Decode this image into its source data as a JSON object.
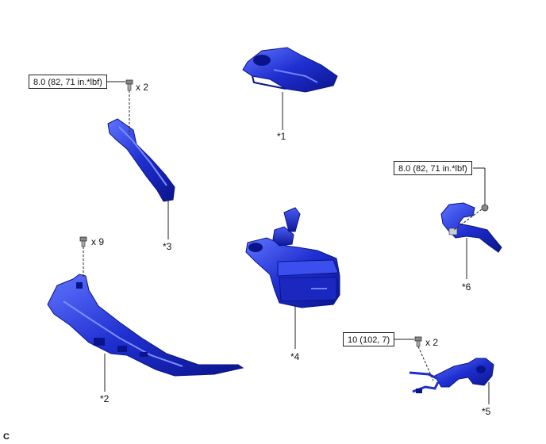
{
  "callouts": {
    "p1": "*1",
    "p2": "*2",
    "p3": "*3",
    "p4": "*4",
    "p5": "*5",
    "p6": "*6"
  },
  "torques": {
    "t1": "8.0 (82, 71 in.*lbf)",
    "t2": "8.0 (82, 71 in.*lbf)",
    "t3": "10 (102, 7)"
  },
  "quantities": {
    "q1": "x 2",
    "q2": "x 9",
    "q3": "x 2"
  },
  "corner_code": "C",
  "colors": {
    "part_fill": "#1f2fd0",
    "part_dark": "#0a148a",
    "part_light": "#5f74ff",
    "line": "#222222"
  }
}
